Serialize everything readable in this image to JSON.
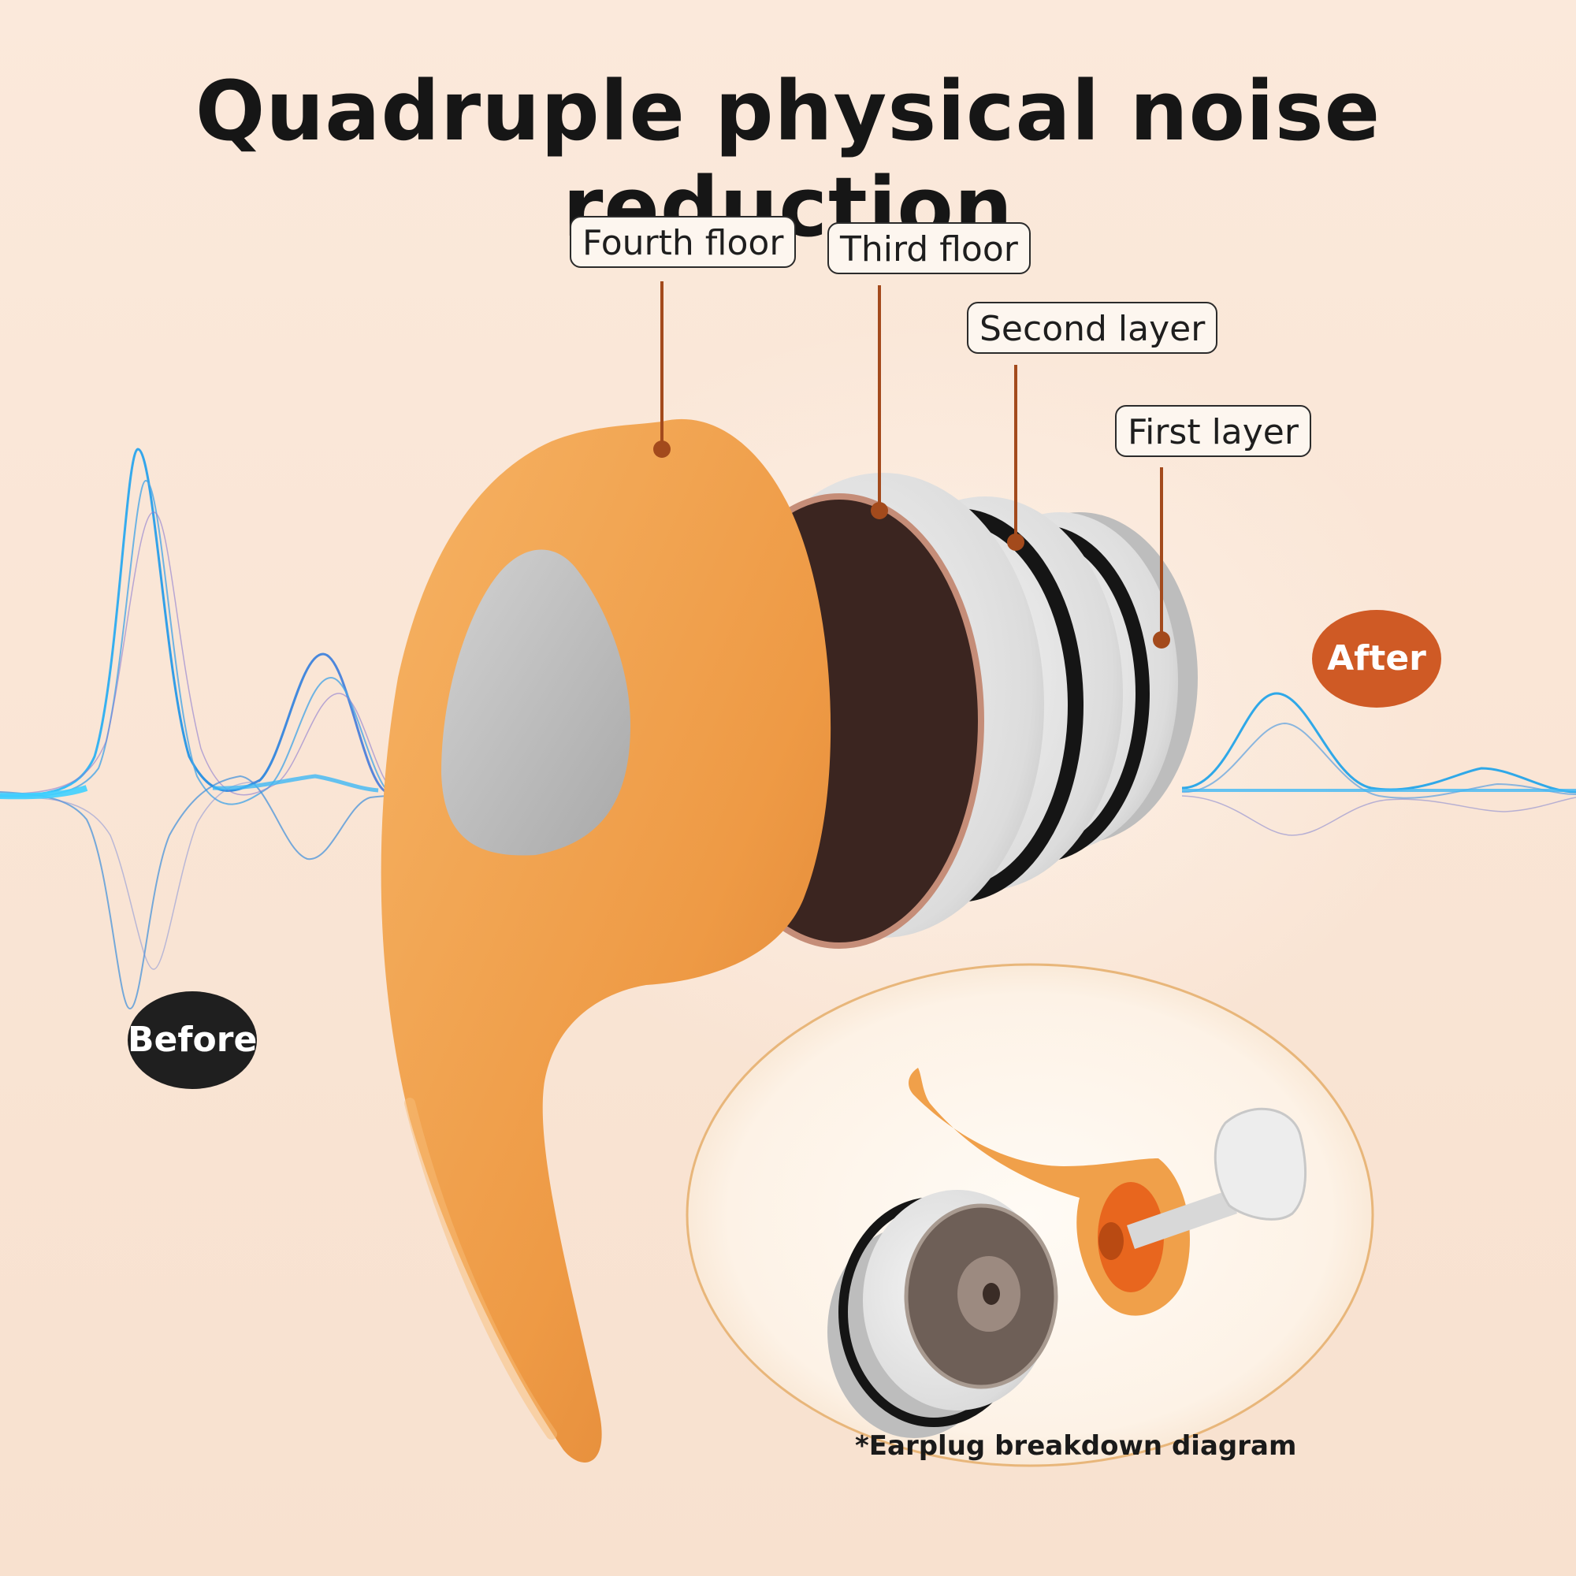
{
  "title": "Quadruple physical noise reduction",
  "callouts": {
    "fourth": "Fourth floor",
    "third": "Third floor",
    "second": "Second layer",
    "first": "First layer"
  },
  "badges": {
    "before": "Before",
    "after": "After"
  },
  "caption": "*Earplug breakdown diagram",
  "colors": {
    "orange": "#f0a04a",
    "leader": "#a34a1c",
    "wave_blue": "#2fa8e8",
    "before_badge": "#1f1f1f",
    "after_badge": "#cf5a25"
  },
  "icons": [
    "earplug-illustration",
    "sound-wave-icon",
    "earplug-parts-illustration"
  ]
}
